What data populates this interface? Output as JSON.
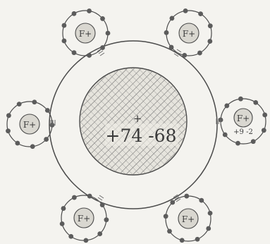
{
  "figure": {
    "central_atom": {
      "nucleus_mark": "+",
      "charge_label": "+74 -68"
    },
    "satellites": [
      {
        "id": "top-left",
        "label": "F+",
        "electrons": 9
      },
      {
        "id": "top-right",
        "label": "F+",
        "electrons": 9
      },
      {
        "id": "left",
        "label": "F+",
        "electrons": 9
      },
      {
        "id": "right",
        "label": "F+",
        "sublabel": "+9 -2",
        "electrons": 9
      },
      {
        "id": "bottom-left",
        "label": "F+",
        "electrons": 9
      },
      {
        "id": "bottom-right",
        "label": "F+",
        "electrons": 9
      }
    ],
    "colors": {
      "background": "#f4f3ef",
      "line": "#4a4a4a",
      "hatch": "#6a6a6a",
      "electron": "#5c5c5c",
      "nucleus_fill": "#d9d7d0"
    }
  }
}
